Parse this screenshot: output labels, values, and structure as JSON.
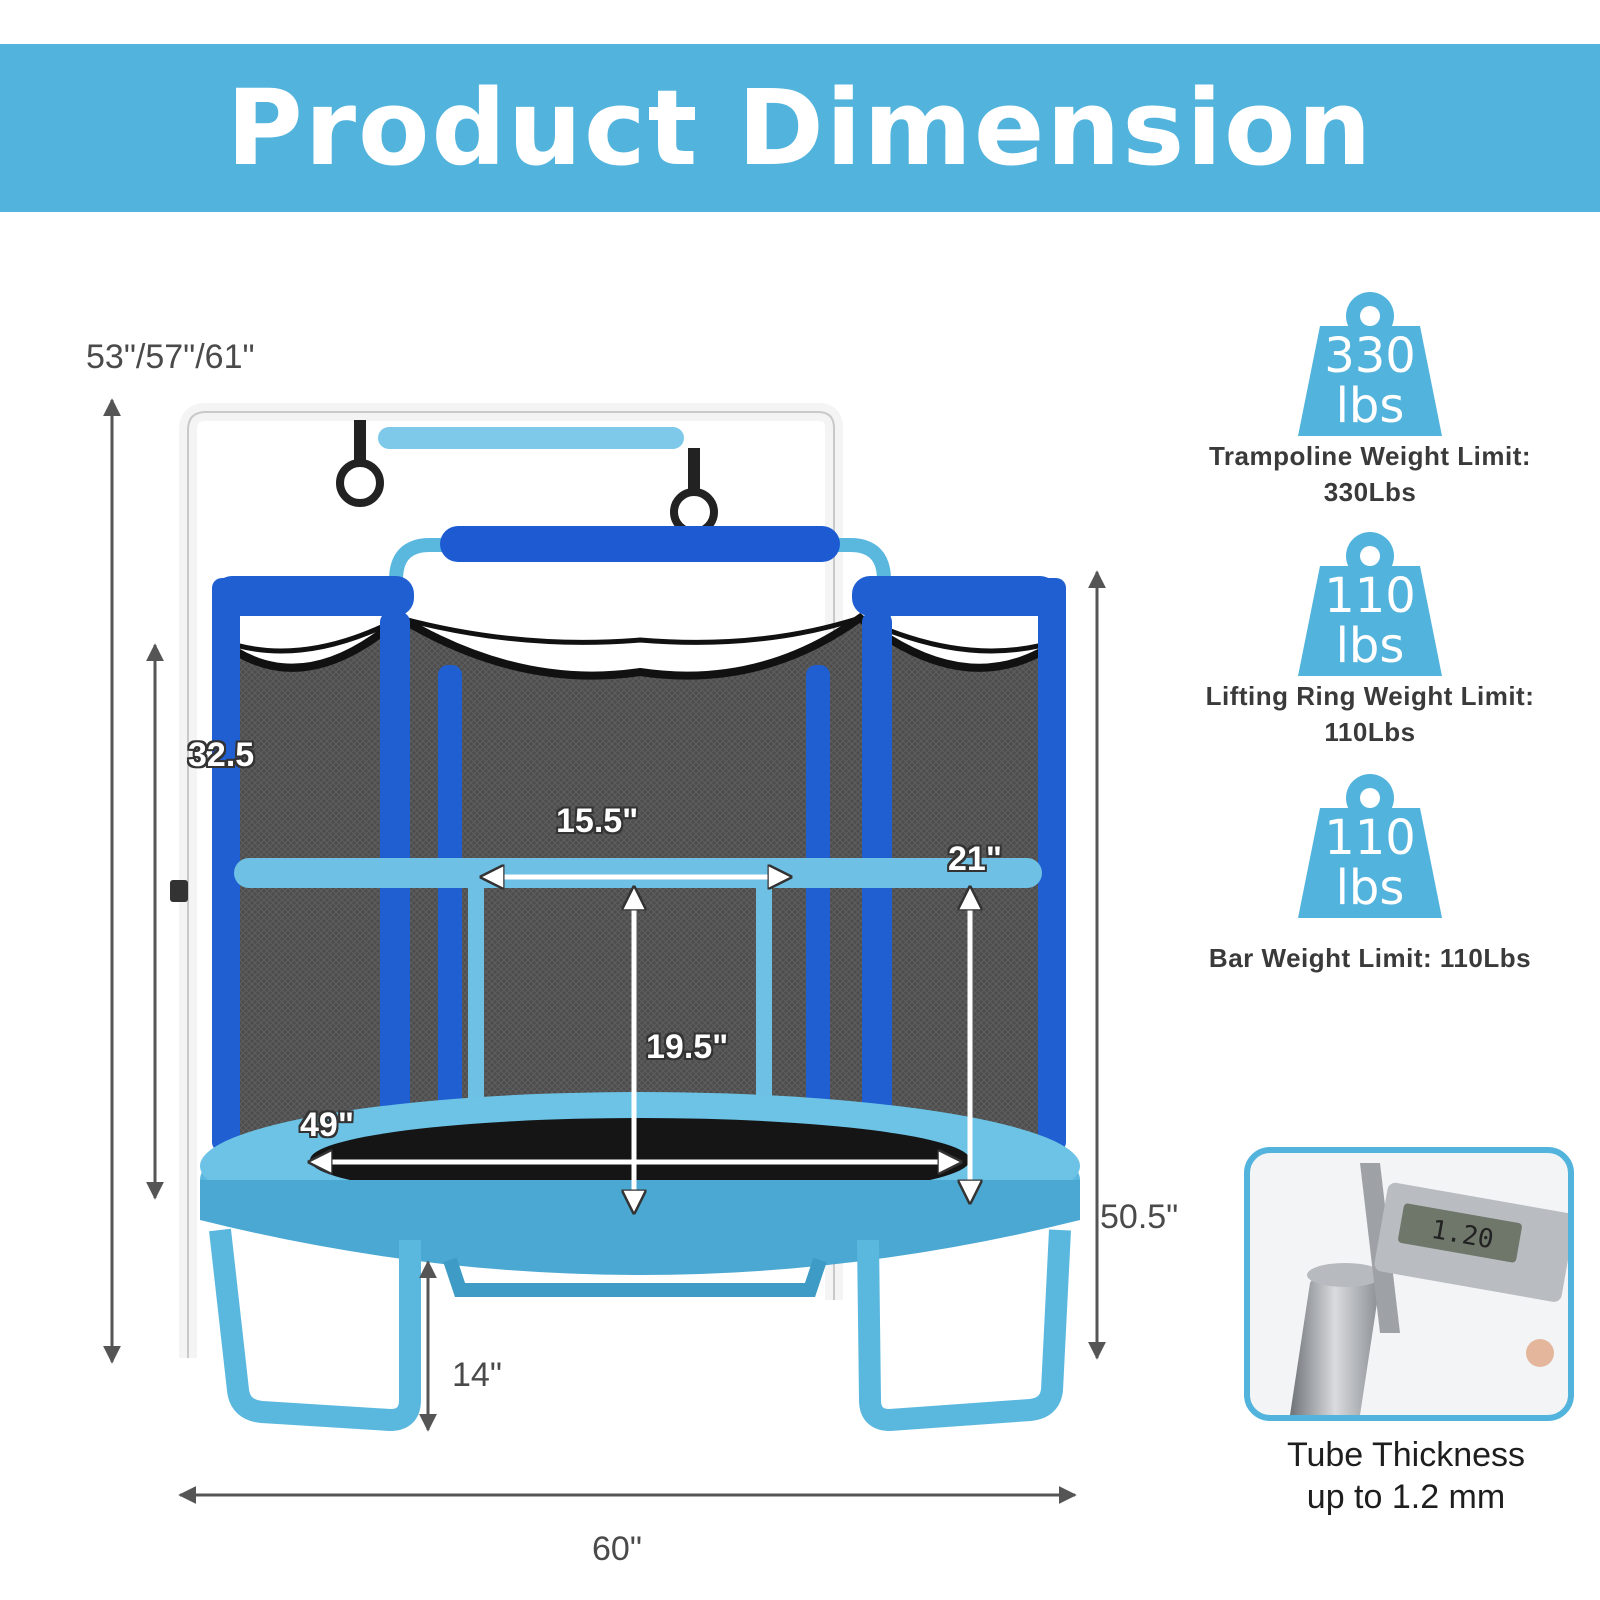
{
  "header": {
    "title": "Product Dimension"
  },
  "dimensions": {
    "total_height": "53\"/57\"/61\"",
    "net_height": "32.5",
    "door_width": "15.5\"",
    "door_frame_height": "21\"",
    "door_height": "19.5\"",
    "mat_diameter": "49\"",
    "frame_height": "50.5\"",
    "leg_height": "14\"",
    "overall_width": "60\""
  },
  "weight_limits": [
    {
      "value": "330",
      "unit": "lbs",
      "caption": "Trampoline Weight Limit:\n330Lbs"
    },
    {
      "value": "110",
      "unit": "lbs",
      "caption": "Lifting Ring Weight Limit:\n110Lbs"
    },
    {
      "value": "110",
      "unit": "lbs",
      "caption": "Bar Weight Limit: 110Lbs"
    }
  ],
  "caliper_reading": "1.20",
  "tube": {
    "caption_line1": "Tube Thickness",
    "caption_line2": "up to 1.2 mm"
  },
  "colors": {
    "banner": "#52b3dd",
    "pole_blue": "#1f5fd1",
    "light_blue": "#5ab8df",
    "net": "#4b4b4b"
  }
}
